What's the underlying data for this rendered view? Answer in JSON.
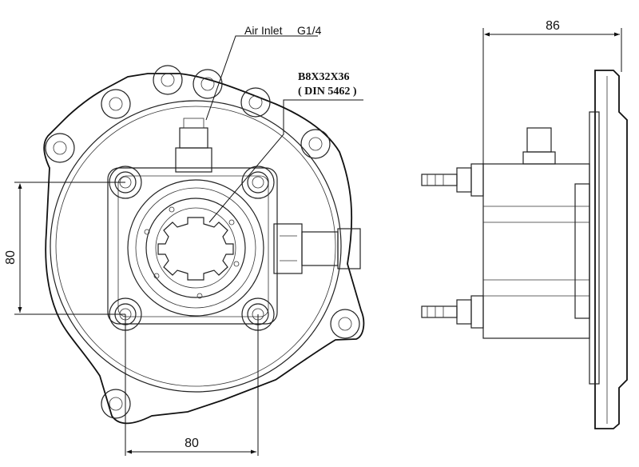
{
  "labels": {
    "air_inlet": "Air Inlet",
    "air_inlet_thread": "G1/4",
    "spline_code": "B8X32X36",
    "spline_standard": "( DIN 5462 )"
  },
  "dimensions": {
    "vertical_bolt_spacing": "80",
    "horizontal_bolt_spacing": "80",
    "side_depth": "86"
  }
}
